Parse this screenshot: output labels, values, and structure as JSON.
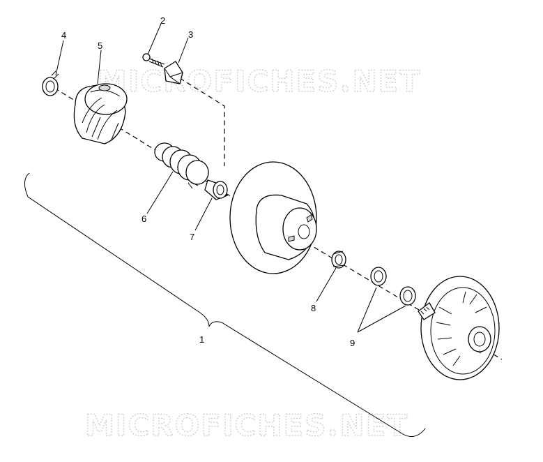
{
  "diagram": {
    "watermark": "MICROFICHES.NET",
    "callouts": {
      "p1": "1",
      "p2": "2",
      "p3": "3",
      "p4": "4",
      "p5": "5",
      "p6": "6",
      "p7": "7",
      "p8": "8",
      "p9": "9"
    }
  }
}
